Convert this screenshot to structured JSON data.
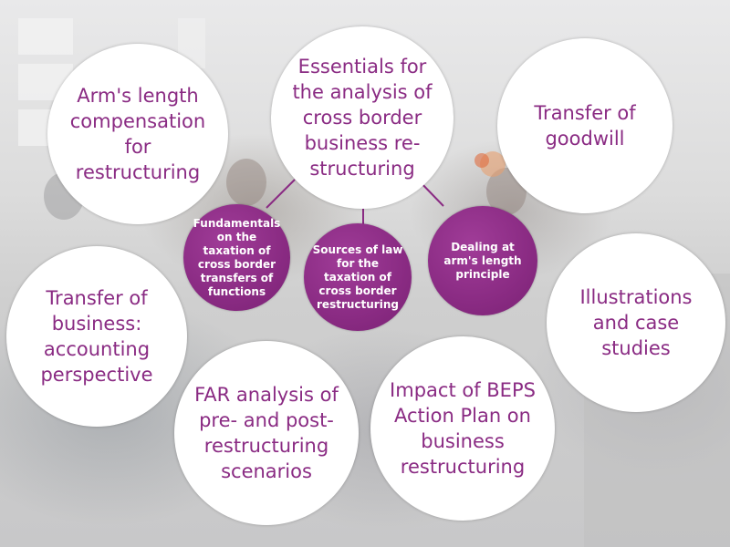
{
  "colors": {
    "accent": "#8a2b83",
    "circle_bg": "#ffffff",
    "dot_text": "#ffffff"
  },
  "center": {
    "label": "Essentials for the analysis of cross border business re-structuring"
  },
  "outer": {
    "arms_length_comp": "Arm's length compensation for restructuring",
    "goodwill": "Transfer of goodwill",
    "transfer_business": "Transfer of business: accounting perspective",
    "illustrations": "Illustrations and case studies",
    "far_analysis": "FAR analysis of pre- and post-restructuring scenarios",
    "beps": "Impact of BEPS Action Plan on business restructuring"
  },
  "inner": {
    "fundamentals": "Fundamentals on the taxation of cross border transfers of functions",
    "sources": "Sources of law for the taxation of cross border restructuring",
    "dealing": "Dealing at arm's length principle"
  }
}
